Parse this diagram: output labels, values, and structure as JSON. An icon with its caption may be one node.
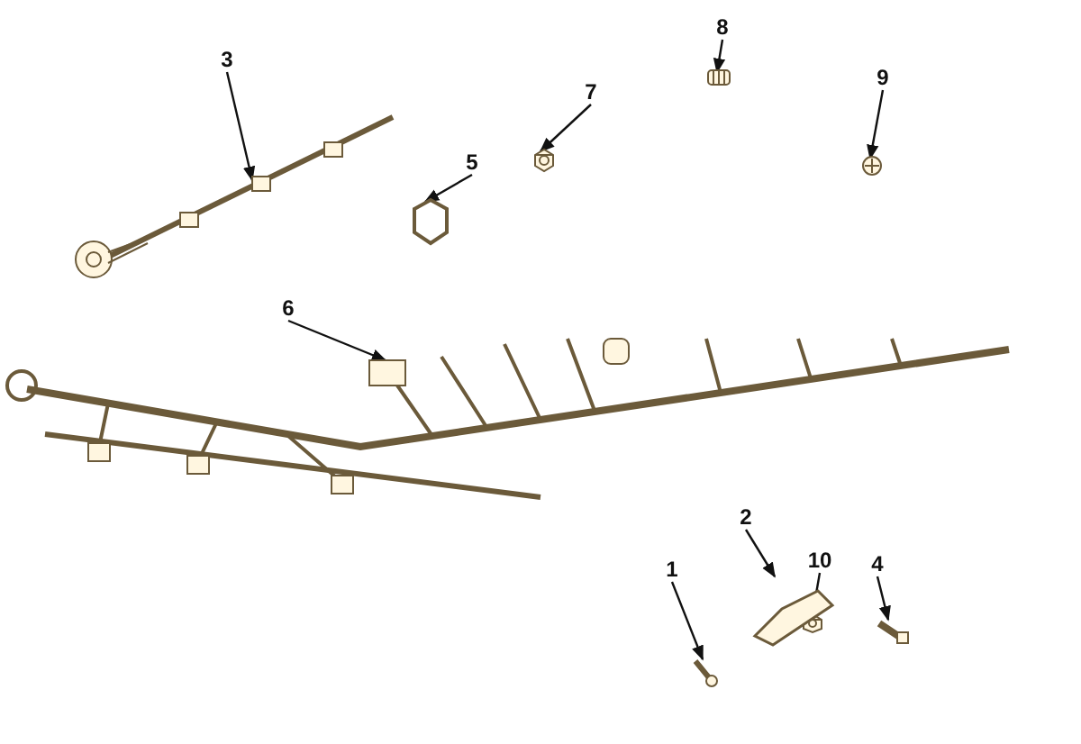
{
  "diagram": {
    "nodes": [
      {
        "text": [
          "8"
        ]
      },
      {
        "text": [],
        "shape": "picture"
      },
      {
        "text": [
          "3"
        ]
      },
      {
        "text": [],
        "shape": "picture"
      },
      {
        "text": [
          "9"
        ]
      },
      {
        "text": [],
        "shape": "picture"
      },
      {
        "text": [
          "7"
        ]
      },
      {
        "text": [],
        "shape": "picture"
      },
      {
        "text": [
          "5"
        ]
      },
      {
        "text": [],
        "shape": "picture"
      },
      {
        "text": [
          "6"
        ]
      },
      {
        "text": [],
        "shape": "picture"
      },
      {
        "text": [
          "10"
        ]
      },
      {
        "text": [],
        "shape": "picture"
      },
      {
        "text": [
          "2"
        ]
      },
      {
        "text": [],
        "shape": "picture"
      },
      {
        "text": [
          "4"
        ]
      },
      {
        "text": [],
        "shape": "picture"
      },
      {
        "text": [
          "1"
        ]
      },
      {
        "text": [],
        "shape": "picture"
      }
    ],
    "edges": [
      {
        "from": 0,
        "to": 1,
        "arrow": "to"
      },
      {
        "from": 2,
        "to": 3,
        "arrow": "to"
      },
      {
        "from": 4,
        "to": 5,
        "arrow": "to"
      },
      {
        "from": 6,
        "to": 7,
        "arrow": "to"
      },
      {
        "from": 8,
        "to": 9,
        "arrow": "to"
      },
      {
        "from": 10,
        "to": 11,
        "arrow": "to"
      },
      {
        "from": 12,
        "to": 13,
        "arrow": "to"
      },
      {
        "from": 14,
        "to": 15,
        "arrow": "to"
      },
      {
        "from": 16,
        "to": 17,
        "arrow": "to"
      },
      {
        "from": 18,
        "to": 19,
        "arrow": "to"
      }
    ]
  }
}
